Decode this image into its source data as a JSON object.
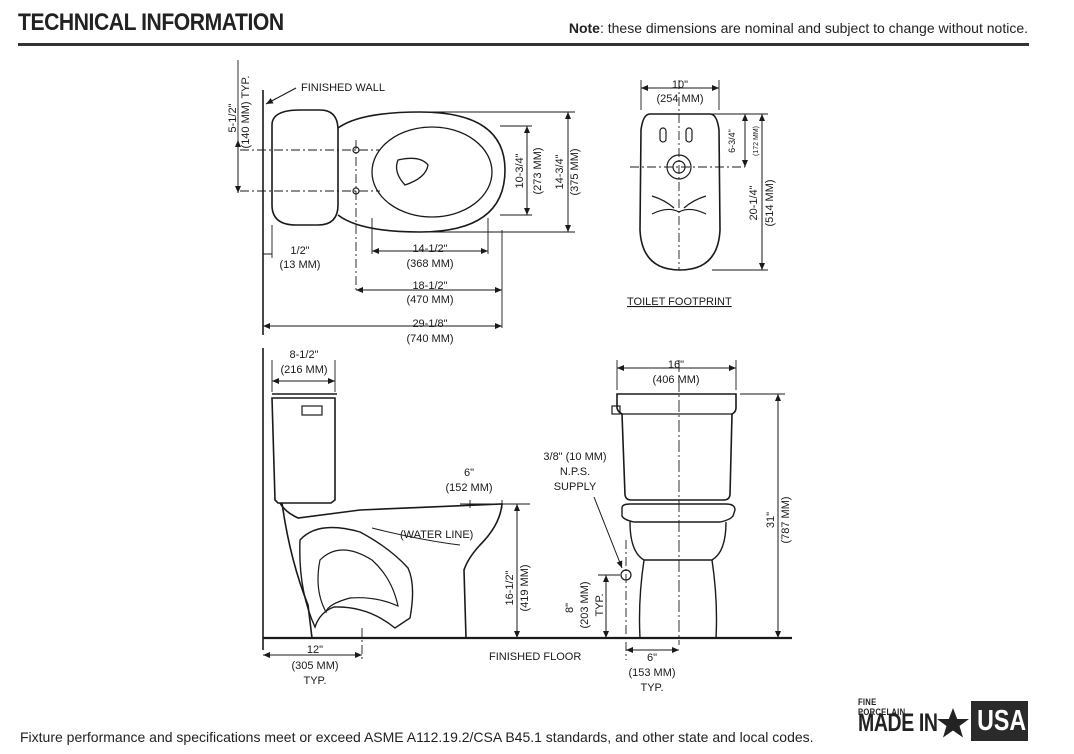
{
  "header": {
    "title": "TECHNICAL INFORMATION",
    "note_bold": "Note",
    "note_text": ": these dimensions are nominal and subject to change without notice."
  },
  "plan_view": {
    "finished_wall": "FINISHED WALL",
    "wall_offset": "5-1/2\"",
    "wall_offset_mm": "(140 MM) TYP.",
    "half_inch": "1/2\"",
    "half_inch_mm": "(13 MM)",
    "bowl_width": "10-3/4\"",
    "bowl_width_mm": "(273 MM)",
    "bowl_overall_width": "14-3/4\"",
    "bowl_overall_width_mm": "(375 MM)",
    "bowl_length": "14-1/2\"",
    "bowl_length_mm": "(368 MM)",
    "bolt_to_front": "18-1/2\"",
    "bolt_to_front_mm": "(470 MM)",
    "overall_depth": "29-1/8\"",
    "overall_depth_mm": "(740 MM)"
  },
  "footprint_view": {
    "width": "10\"",
    "width_mm": "(254 MM)",
    "hole_offset": "6-3/4\"",
    "hole_offset_mm": "(172 MM)",
    "length": "20-1/4\"",
    "length_mm": "(514 MM)",
    "caption": "TOILET FOOTPRINT"
  },
  "side_view": {
    "tank_depth": "8-1/2\"",
    "tank_depth_mm": "(216 MM)",
    "bowl_rim": "6\"",
    "bowl_rim_mm": "(152 MM)",
    "water_line": "(WATER LINE)",
    "rim_height": "16-1/2\"",
    "rim_height_mm": "(419 MM)",
    "rough_in": "12\"",
    "rough_in_mm": "(305 MM)",
    "rough_in_typ": "TYP.",
    "finished_floor": "FINISHED FLOOR"
  },
  "front_view": {
    "tank_width": "16\"",
    "tank_width_mm": "(406 MM)",
    "supply_size": "3/8\" (10 MM)",
    "supply_nps": "N.P.S.",
    "supply_label": "SUPPLY",
    "supply_height": "8\"",
    "supply_height_mm": "(203 MM)",
    "supply_height_typ": "TYP.",
    "overall_height": "31\"",
    "overall_height_mm": "(787 MM)",
    "supply_offset": "6\"",
    "supply_offset_mm": "(153 MM)",
    "supply_offset_typ": "TYP."
  },
  "footer": {
    "compliance": "Fixture performance and specifications meet or exceed ASME A112.19.2/CSA B45.1 standards, and other state and local codes.",
    "badge_top": "FINE PORCELAIN",
    "badge_made": "MADE IN",
    "badge_usa": "USA"
  }
}
